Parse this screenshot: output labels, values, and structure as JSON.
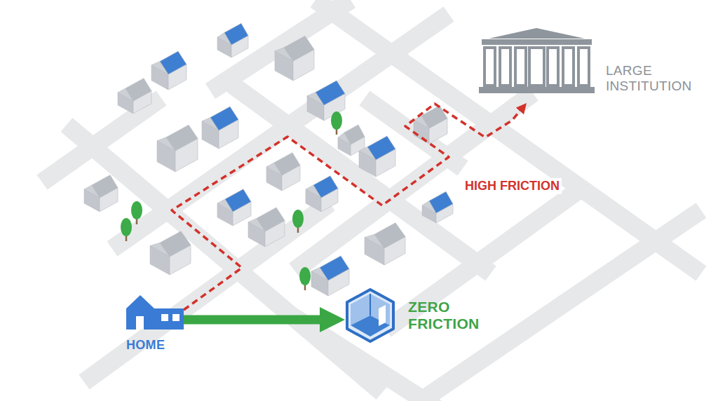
{
  "diagram": {
    "nodes": [
      {
        "text": [
          "LARGE INSTITUTION"
        ]
      },
      {
        "text": [
          "HOME"
        ]
      },
      {
        "text": [
          "ZERO FRICTION"
        ]
      }
    ],
    "edges": [
      {
        "from": 1,
        "to": 0,
        "arrow": "to",
        "label": "HIGH FRICTION"
      },
      {
        "from": 1,
        "to": 2,
        "arrow": "to"
      }
    ]
  }
}
